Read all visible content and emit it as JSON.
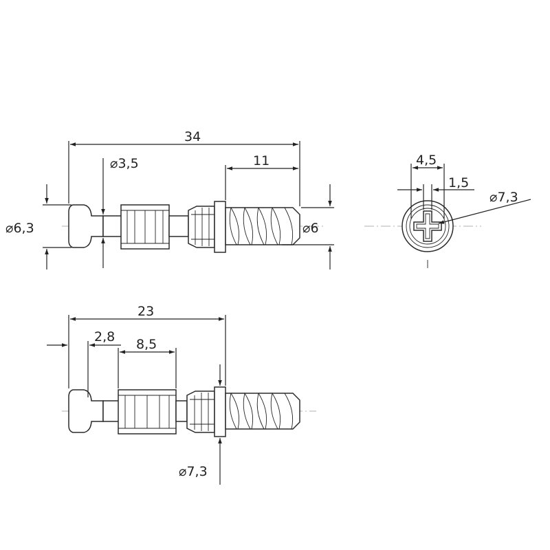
{
  "colors": {
    "line": "#222222",
    "background": "#ffffff"
  },
  "views": {
    "side_top": {
      "dims": {
        "overall_length": "34",
        "thread_length": "11",
        "neck_diameter": "3,5",
        "head_diameter": "6,3",
        "thread_diameter": "6"
      }
    },
    "end_view": {
      "dims": {
        "width": "4,5",
        "slot": "1,5",
        "diameter": "7,3"
      }
    },
    "side_bottom": {
      "dims": {
        "length": "23",
        "head_width": "2,8",
        "sleeve_length": "8,5",
        "collar_diameter": "7,3"
      }
    }
  },
  "symbols": {
    "diameter": "⌀"
  }
}
